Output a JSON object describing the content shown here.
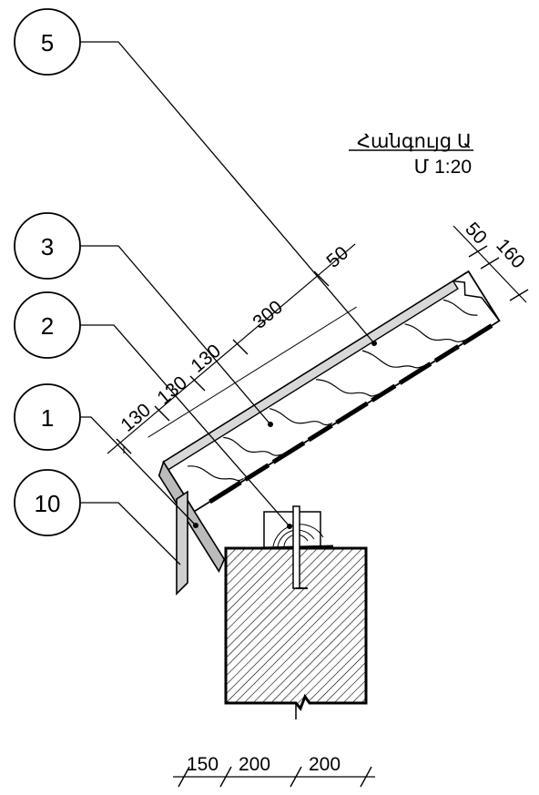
{
  "title": {
    "name": "Հանգույց Ա",
    "scale": "Մ  1:20"
  },
  "callouts": [
    "5",
    "3",
    "2",
    "1",
    "10"
  ],
  "dimensions": {
    "slope": [
      "130",
      "130",
      "130",
      "300",
      "50"
    ],
    "right": [
      "50",
      "160"
    ],
    "bottom": [
      "150",
      "200",
      "200"
    ]
  }
}
